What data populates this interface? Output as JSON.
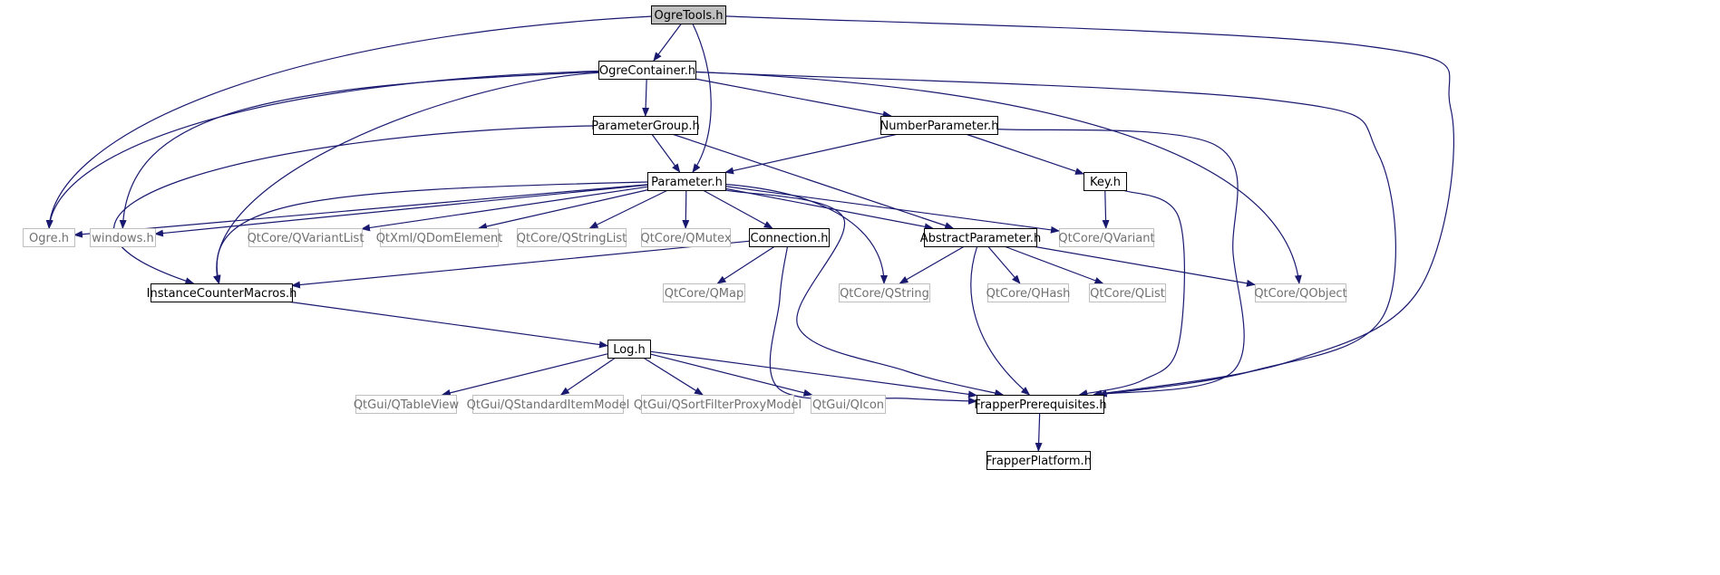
{
  "colors": {
    "edge": "#191970",
    "root_fill": "#bfbfbf",
    "node_border": "#000000",
    "external_border": "#bfbfbf",
    "text": "#000000",
    "external_text": "#707070"
  },
  "nodes": [
    {
      "id": "ogretools",
      "label": "OgreTools.h",
      "kind": "root"
    },
    {
      "id": "ogrecontainer",
      "label": "OgreContainer.h",
      "kind": "local"
    },
    {
      "id": "parametergroup",
      "label": "ParameterGroup.h",
      "kind": "local"
    },
    {
      "id": "numberparameter",
      "label": "NumberParameter.h",
      "kind": "local"
    },
    {
      "id": "parameter",
      "label": "Parameter.h",
      "kind": "local"
    },
    {
      "id": "key",
      "label": "Key.h",
      "kind": "local"
    },
    {
      "id": "ogre",
      "label": "Ogre.h",
      "kind": "external"
    },
    {
      "id": "windows",
      "label": "windows.h",
      "kind": "external"
    },
    {
      "id": "qvariantlist",
      "label": "QtCore/QVariantList",
      "kind": "external"
    },
    {
      "id": "qdomelement",
      "label": "QtXml/QDomElement",
      "kind": "external"
    },
    {
      "id": "qstringlist",
      "label": "QtCore/QStringList",
      "kind": "external"
    },
    {
      "id": "qmutex",
      "label": "QtCore/QMutex",
      "kind": "external"
    },
    {
      "id": "connection",
      "label": "Connection.h",
      "kind": "local"
    },
    {
      "id": "abstractparameter",
      "label": "AbstractParameter.h",
      "kind": "local"
    },
    {
      "id": "qvariant",
      "label": "QtCore/QVariant",
      "kind": "external"
    },
    {
      "id": "instancecounter",
      "label": "InstanceCounterMacros.h",
      "kind": "local"
    },
    {
      "id": "qmap",
      "label": "QtCore/QMap",
      "kind": "external"
    },
    {
      "id": "qstring",
      "label": "QtCore/QString",
      "kind": "external"
    },
    {
      "id": "qhash",
      "label": "QtCore/QHash",
      "kind": "external"
    },
    {
      "id": "qlist",
      "label": "QtCore/QList",
      "kind": "external"
    },
    {
      "id": "qobject",
      "label": "QtCore/QObject",
      "kind": "external"
    },
    {
      "id": "log",
      "label": "Log.h",
      "kind": "local"
    },
    {
      "id": "qtableview",
      "label": "QtGui/QTableView",
      "kind": "external"
    },
    {
      "id": "qstandarditemmodel",
      "label": "QtGui/QStandardItemModel",
      "kind": "external"
    },
    {
      "id": "qsortfilter",
      "label": "QtGui/QSortFilterProxyModel",
      "kind": "external"
    },
    {
      "id": "qicon",
      "label": "QtGui/QIcon",
      "kind": "external"
    },
    {
      "id": "frapperprereq",
      "label": "FrapperPrerequisites.h",
      "kind": "local"
    },
    {
      "id": "frapperplatform",
      "label": "FrapperPlatform.h",
      "kind": "local"
    }
  ],
  "edges": [
    {
      "from": "ogretools",
      "to": "ogrecontainer"
    },
    {
      "from": "ogretools",
      "to": "ogre"
    },
    {
      "from": "ogretools",
      "to": "parameter"
    },
    {
      "from": "ogretools",
      "to": "frapperprereq"
    },
    {
      "from": "ogrecontainer",
      "to": "ogre"
    },
    {
      "from": "ogrecontainer",
      "to": "windows"
    },
    {
      "from": "ogrecontainer",
      "to": "instancecounter"
    },
    {
      "from": "ogrecontainer",
      "to": "parametergroup"
    },
    {
      "from": "ogrecontainer",
      "to": "numberparameter"
    },
    {
      "from": "ogrecontainer",
      "to": "qobject"
    },
    {
      "from": "ogrecontainer",
      "to": "frapperprereq"
    },
    {
      "from": "parametergroup",
      "to": "parameter"
    },
    {
      "from": "parametergroup",
      "to": "abstractparameter"
    },
    {
      "from": "parametergroup",
      "to": "instancecounter"
    },
    {
      "from": "numberparameter",
      "to": "parameter"
    },
    {
      "from": "numberparameter",
      "to": "key"
    },
    {
      "from": "numberparameter",
      "to": "frapperprereq"
    },
    {
      "from": "parameter",
      "to": "ogre"
    },
    {
      "from": "parameter",
      "to": "windows"
    },
    {
      "from": "parameter",
      "to": "instancecounter"
    },
    {
      "from": "parameter",
      "to": "qvariantlist"
    },
    {
      "from": "parameter",
      "to": "qdomelement"
    },
    {
      "from": "parameter",
      "to": "qstringlist"
    },
    {
      "from": "parameter",
      "to": "qmutex"
    },
    {
      "from": "parameter",
      "to": "connection"
    },
    {
      "from": "parameter",
      "to": "abstractparameter"
    },
    {
      "from": "parameter",
      "to": "qvariant"
    },
    {
      "from": "parameter",
      "to": "qstring"
    },
    {
      "from": "parameter",
      "to": "frapperprereq"
    },
    {
      "from": "key",
      "to": "qvariant"
    },
    {
      "from": "key",
      "to": "frapperprereq"
    },
    {
      "from": "connection",
      "to": "instancecounter"
    },
    {
      "from": "connection",
      "to": "qmap"
    },
    {
      "from": "connection",
      "to": "frapperprereq"
    },
    {
      "from": "abstractparameter",
      "to": "qstring"
    },
    {
      "from": "abstractparameter",
      "to": "qhash"
    },
    {
      "from": "abstractparameter",
      "to": "qlist"
    },
    {
      "from": "abstractparameter",
      "to": "qobject"
    },
    {
      "from": "abstractparameter",
      "to": "frapperprereq"
    },
    {
      "from": "instancecounter",
      "to": "log"
    },
    {
      "from": "log",
      "to": "qtableview"
    },
    {
      "from": "log",
      "to": "qstandarditemmodel"
    },
    {
      "from": "log",
      "to": "qsortfilter"
    },
    {
      "from": "log",
      "to": "qicon"
    },
    {
      "from": "log",
      "to": "frapperprereq"
    },
    {
      "from": "frapperprereq",
      "to": "frapperplatform"
    }
  ]
}
